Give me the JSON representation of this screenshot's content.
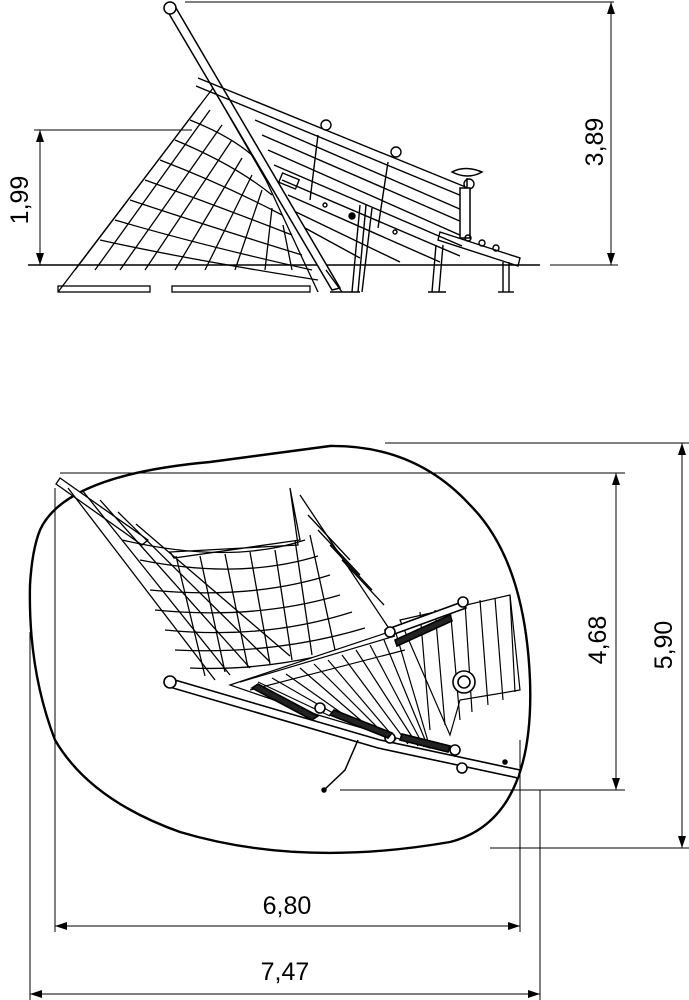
{
  "drawing": {
    "side_view": {
      "overall_height": "3,89",
      "platform_height": "1,99"
    },
    "top_view": {
      "equipment_depth": "4,68",
      "safety_zone_depth": "5,90",
      "equipment_width": "6,80",
      "safety_zone_width": "7,47"
    }
  }
}
